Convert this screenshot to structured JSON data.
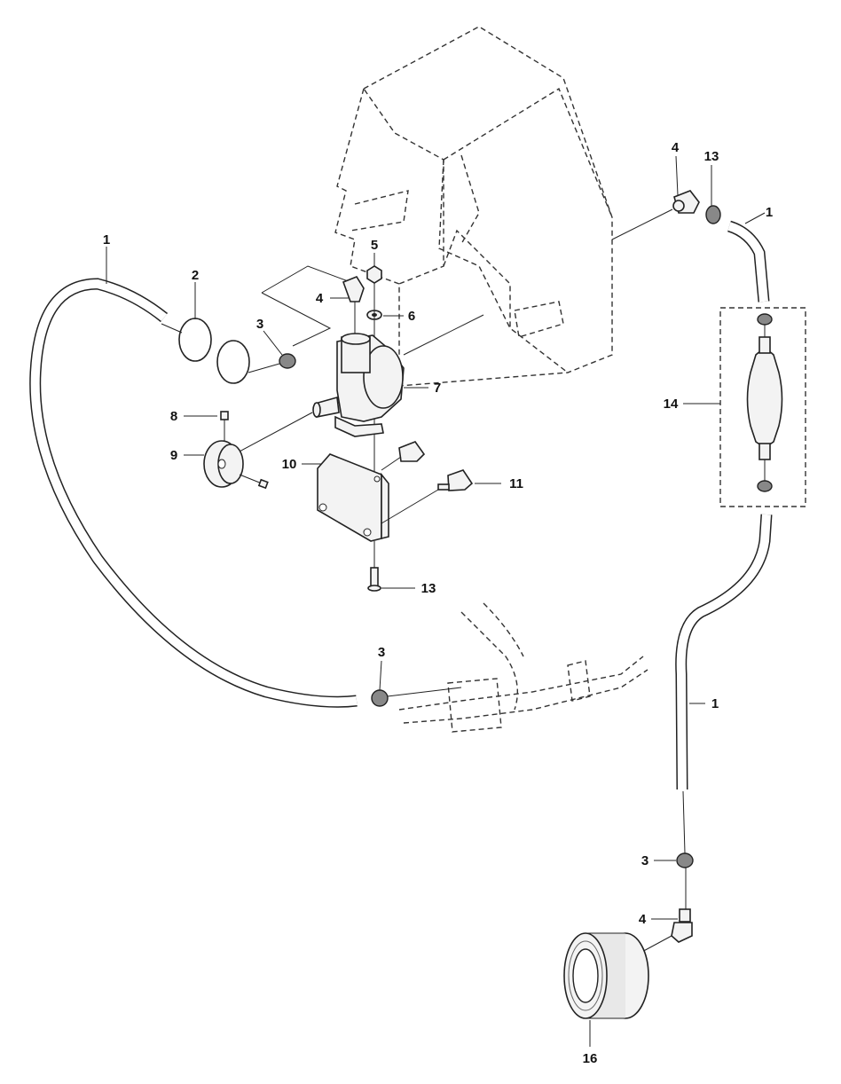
{
  "diagram": {
    "callouts": {
      "hose_top_left": "1",
      "oring": "2",
      "clamp_upper_left": "3",
      "elbow_pump": "4",
      "nut": "5",
      "washer": "6",
      "pump": "7",
      "set_screw": "8",
      "pulley": "9",
      "bracket": "10",
      "knob": "11",
      "bolt": "13",
      "elbow_top_right": "4",
      "clamp_top_right": "13",
      "hose_top_right": "1",
      "primer_bulb": "14",
      "hose_right_lower": "1",
      "clamp_lower_left": "3",
      "clamp_lower_right": "3",
      "elbow_filter": "4",
      "filter": "16"
    }
  }
}
